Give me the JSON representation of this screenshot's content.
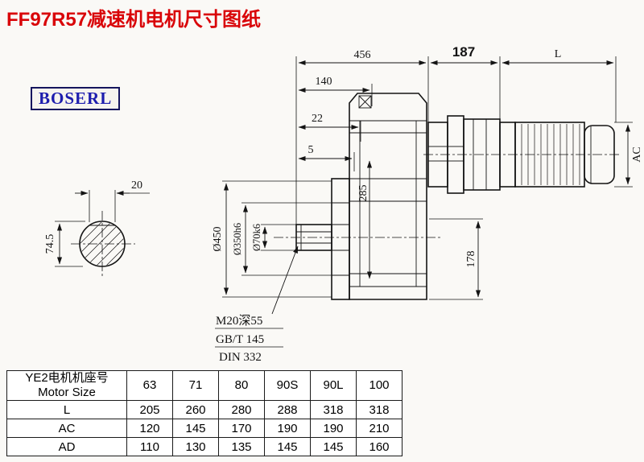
{
  "page": {
    "title": "FF97R57减速机电机尺寸图纸",
    "brand": "BOSERL"
  },
  "drawing": {
    "dims": {
      "d456": "456",
      "d187": "187",
      "dL": "L",
      "d140": "140",
      "d22": "22",
      "d5": "5",
      "d20": "20",
      "d745": "74.5",
      "d285": "285",
      "d178": "178",
      "dAC": "AC",
      "dia450": "Ø450",
      "dia350": "Ø350h6",
      "dia70": "Ø70k6",
      "thread": "M20深55",
      "std1": "GB/T 145",
      "std2": "DIN 332"
    }
  },
  "table": {
    "header": {
      "label_cn": "YE2电机机座号",
      "label_en": "Motor Size",
      "sizes": [
        "63",
        "71",
        "80",
        "90S",
        "90L",
        "100"
      ]
    },
    "rows": [
      {
        "label": "L",
        "values": [
          "205",
          "260",
          "280",
          "288",
          "318",
          "318"
        ]
      },
      {
        "label": "AC",
        "values": [
          "120",
          "145",
          "170",
          "190",
          "190",
          "210"
        ]
      },
      {
        "label": "AD",
        "values": [
          "110",
          "130",
          "135",
          "145",
          "145",
          "160"
        ]
      }
    ]
  }
}
